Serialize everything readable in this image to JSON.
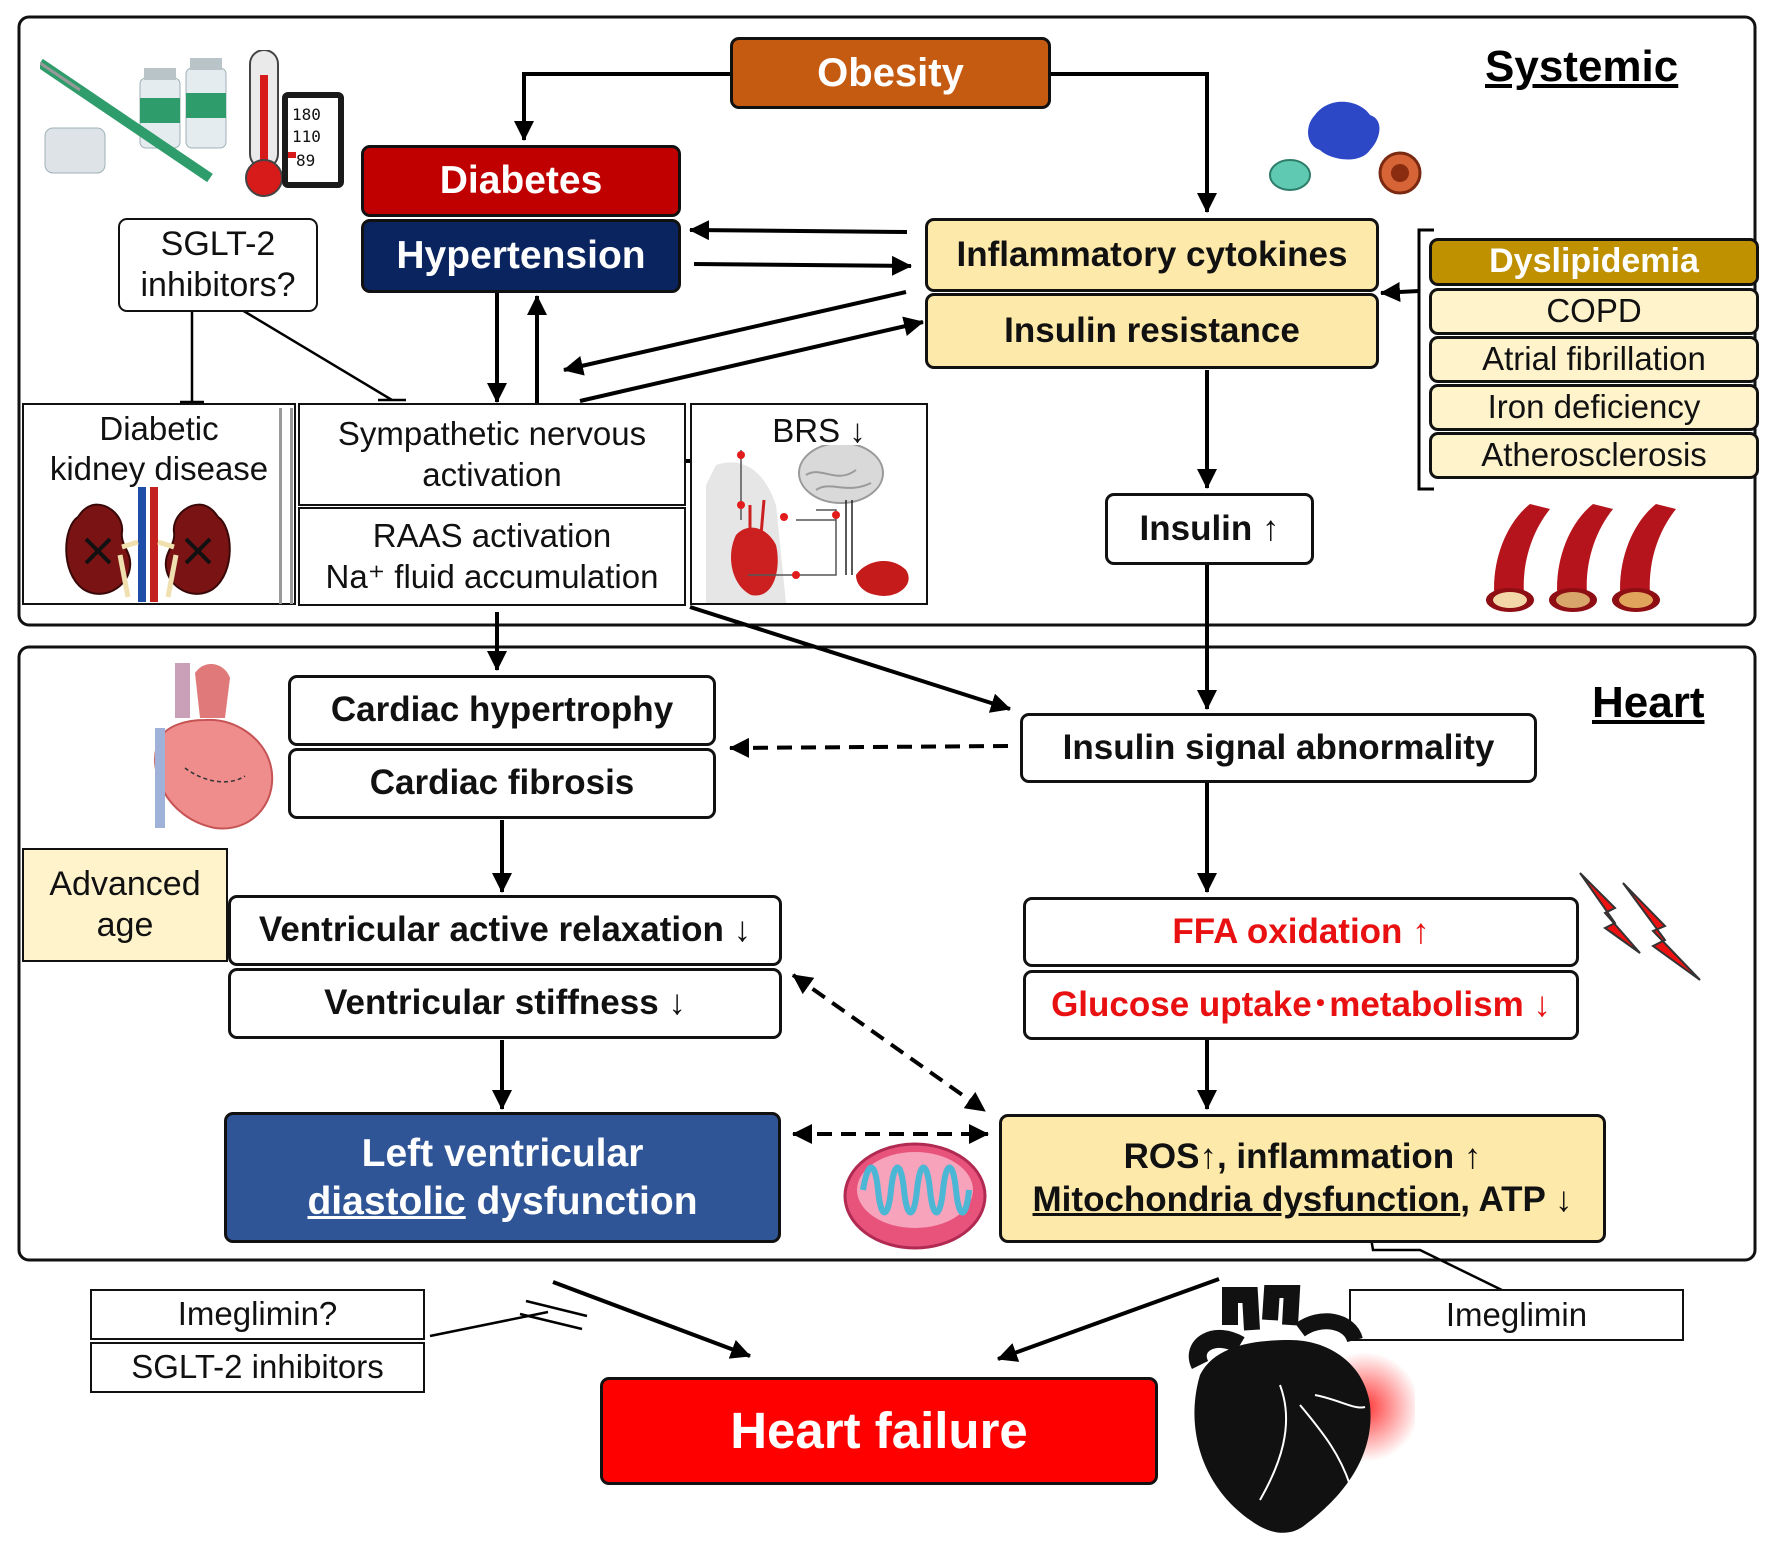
{
  "sections": {
    "systemic": "Systemic",
    "heart": "Heart"
  },
  "nodes": {
    "obesity": "Obesity",
    "diabetes": "Diabetes",
    "hypertension": "Hypertension",
    "inflammatory_cytokines": "Inflammatory cytokines",
    "insulin_resistance": "Insulin resistance",
    "sglt2_q_line1": "SGLT-2",
    "sglt2_q_line2": "inhibitors?",
    "dkd_line1": "Diabetic",
    "dkd_line2": "kidney disease",
    "sna_line1": "Sympathetic nervous",
    "sna_line2": "activation",
    "raas_line1": "RAAS activation",
    "raas_line2": "Na⁺ fluid accumulation",
    "brs": "BRS ↓",
    "insulin_up": "Insulin ↑",
    "comorbidities": [
      "Dyslipidemia",
      "COPD",
      "Atrial fibrillation",
      "Iron deficiency",
      "Atherosclerosis"
    ],
    "cardiac_hypertrophy": "Cardiac hypertrophy",
    "cardiac_fibrosis": "Cardiac fibrosis",
    "insulin_signal": "Insulin signal abnormality",
    "advanced_age_line1": "Advanced",
    "advanced_age_line2": "age",
    "ventricular_relaxation": "Ventricular active relaxation ↓",
    "ventricular_stiffness": "Ventricular stiffness ↓",
    "ffa_oxidation": "FFA oxidation ↑",
    "glucose_uptake": "Glucose uptake･metabolism ↓",
    "lvdd_line1": "Left ventricular",
    "lvdd_underlined": "diastolic",
    "lvdd_rest": " dysfunction",
    "ros_line1": "ROS↑, inflammation ↑",
    "mito_underlined": "Mitochondria dysfunction",
    "mito_rest": ", ATP ↓",
    "imeglimin_q": "Imeglimin?",
    "sglt2": "SGLT-2 inhibitors",
    "imeglimin": "Imeglimin",
    "heart_failure": "Heart failure"
  },
  "colors": {
    "obesity": "#c55a11",
    "diabetes": "#c00000",
    "hypertension": "#0a2460",
    "cream": "#fde9a9",
    "dyslipidemia": "#bf9000",
    "lvdd": "#2f5597",
    "heart_failure": "#ff0000",
    "red_text": "#e81010"
  },
  "icons": [
    "insulin-vials-icon",
    "thermometer-icon",
    "blood-pressure-monitor-icon",
    "immune-cells-icon",
    "kidney-icon",
    "nerve-body-icon",
    "artery-plaque-icon",
    "heart-anatomy-icon",
    "lightning-icon",
    "mitochondria-icon",
    "heart-silhouette-icon"
  ]
}
